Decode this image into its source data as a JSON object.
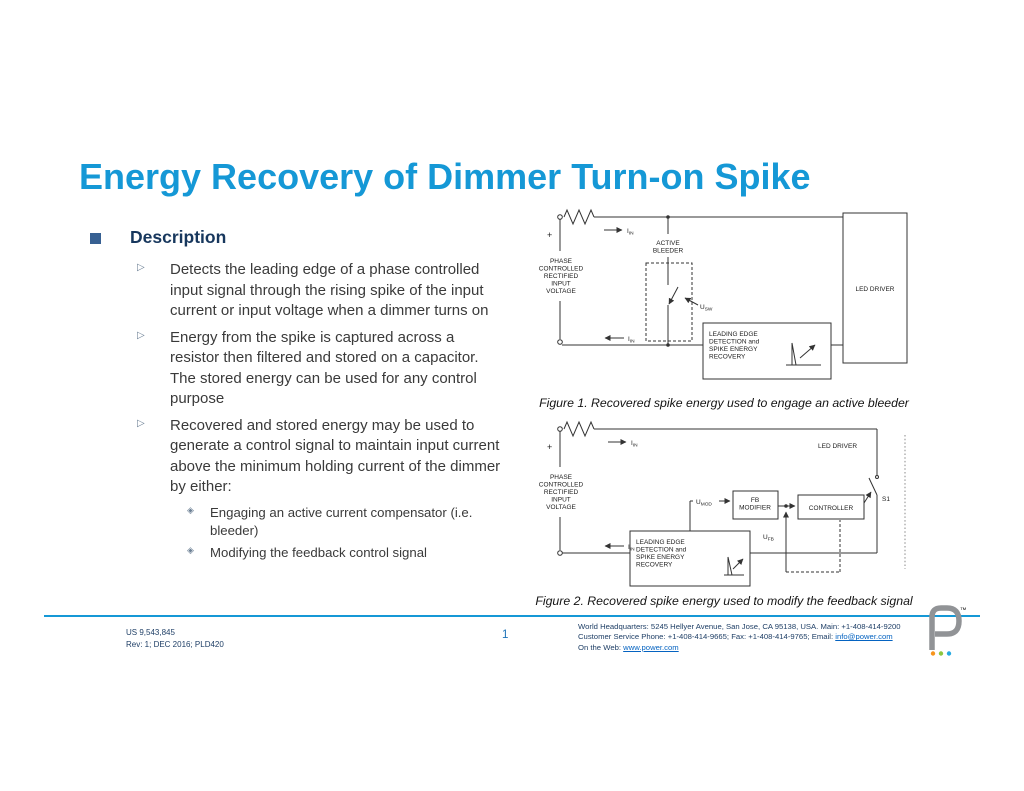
{
  "colors": {
    "title_blue": "#1598D6",
    "heading_navy": "#17375D",
    "rule_blue": "#1598D6",
    "link_blue": "#0563C1",
    "body_text": "#3A3A3A"
  },
  "title": "Energy Recovery of Dimmer Turn-on Spike",
  "markers": {
    "level2": "▷",
    "level3": "◈"
  },
  "content": {
    "heading": "Description",
    "bullets": [
      "Detects the leading edge of a phase controlled input signal through the rising spike of the input current or input voltage when a dimmer turns on",
      "Energy from the spike is captured across a resistor then filtered and stored on a capacitor. The stored energy can be used for any control purpose",
      "Recovered and stored energy may be used to generate a control signal to maintain input current above the minimum holding current of the dimmer by either:"
    ],
    "sub_bullets": [
      "Engaging an active current compensator (i.e. bleeder)",
      "Modifying the feedback control signal"
    ]
  },
  "figure1": {
    "caption": "Figure 1. Recovered spike energy used to engage an active bleeder",
    "labels": {
      "plus": "+",
      "source": "PHASE\nCONTROLLED\nRECTIFIED\nINPUT\nVOLTAGE",
      "active_bleeder": "ACTIVE\nBLEEDER",
      "recovery": "LEADING EDGE\nDETECTION and\nSPIKE ENERGY\nRECOVERY",
      "led_driver": "LED DRIVER",
      "iin": {
        "main": "I",
        "sub": "IN"
      },
      "usw": {
        "main": "U",
        "sub": "SW"
      }
    }
  },
  "figure2": {
    "caption": "Figure 2. Recovered spike energy used to modify the feedback signal",
    "labels": {
      "plus": "+",
      "source": "PHASE\nCONTROLLED\nRECTIFIED\nINPUT\nVOLTAGE",
      "led_driver": "LED DRIVER",
      "fb_modifier": "FB\nMODIFIER",
      "controller": "CONTROLLER",
      "recovery": "LEADING EDGE\nDETECTION and\nSPIKE ENERGY\nRECOVERY",
      "s1": "S1",
      "iin": {
        "main": "I",
        "sub": "IN"
      },
      "umod": {
        "main": "U",
        "sub": "MOD"
      },
      "ufb": {
        "main": "U",
        "sub": "FB"
      }
    }
  },
  "footer": {
    "patent": "US 9,543,845",
    "revision": "Rev: 1; DEC 2016; PLD420",
    "page": "1",
    "hq": "World Headquarters: 5245 Hellyer Avenue, San Jose, CA 95138, USA. Main: +1-408-414-9200",
    "service_prefix": "Customer Service Phone: +1-408-414-9665; Fax: +1-408-414-9765; Email: ",
    "email": "info@power.com",
    "web_prefix": "On the Web: ",
    "web": "www.power.com"
  },
  "logo": {
    "tm": "™",
    "dots": [
      "#F7941D",
      "#8DC63F",
      "#27AAE1"
    ]
  }
}
